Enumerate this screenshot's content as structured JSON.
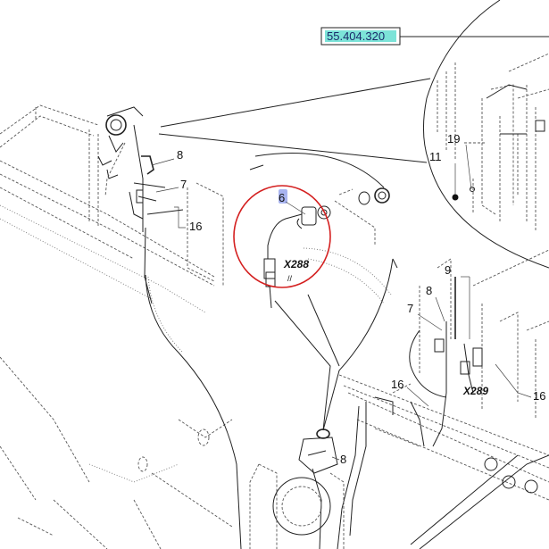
{
  "reference": {
    "code": "55.404.320",
    "highlight": "#7ce3d8"
  },
  "callouts": {
    "detail_top": [
      "19",
      "11"
    ],
    "detail_circle": [
      "6",
      "X288",
      "//"
    ],
    "left_assembly": [
      "8",
      "7",
      "16"
    ],
    "right_assembly": [
      "9",
      "8",
      "7",
      "16",
      "X289",
      "16"
    ],
    "bottom_assembly": [
      "8"
    ]
  },
  "colors": {
    "line": "#222222",
    "highlight_circle": "#d42020",
    "part_highlight": "#a8b4f0"
  }
}
